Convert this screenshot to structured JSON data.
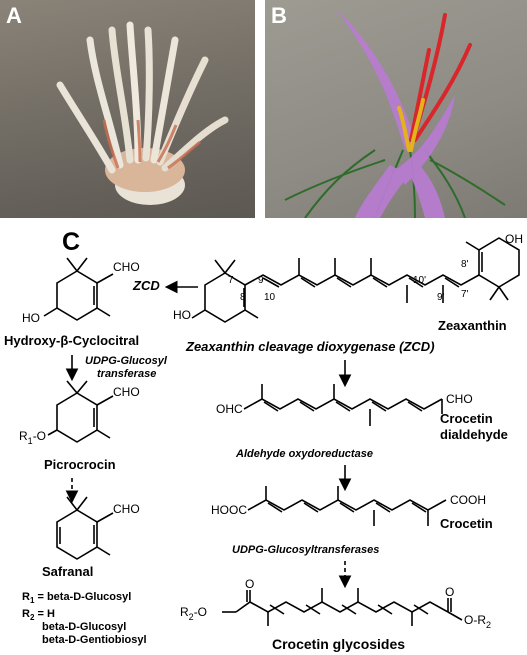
{
  "panels": {
    "a": "A",
    "b": "B",
    "c": "C"
  },
  "labels": {
    "zcd": "ZCD",
    "hydroxy_cyclocitral": "Hydroxy-β-Cyclocitral",
    "udpg_glucosyl_1": "UDPG-Glucosyl",
    "udpg_glucosyl_2": "transferase",
    "picrocrocin": "Picrocrocin",
    "safranal": "Safranal",
    "zeaxanthin": "Zeaxanthin",
    "zcd_enzyme": "Zeaxanthin cleavage dioxygenase (ZCD)",
    "crocetin_dialdehyde_1": "Crocetin",
    "crocetin_dialdehyde_2": "dialdehyde",
    "aldehyde_oxydoreductase": "Aldehyde oxydoreductase",
    "crocetin": "Crocetin",
    "udpg_glucosyltransferases": "UDPG-Glucosyltransferases",
    "crocetin_glycosides": "Crocetin  glycosides"
  },
  "chem": {
    "cho": "CHO",
    "ho": "HO",
    "oh": "OH",
    "ohc": "OHC",
    "hooc": "HOOC",
    "cooh": "COOH",
    "r1o": "R1-O",
    "r1_r": "R",
    "r1_sub": "1",
    "r1_dash": "-O",
    "r2_r": "R",
    "r2_sub": "2",
    "r2_o": "-O",
    "o": "O",
    "o_r2": "O-R",
    "o_r2_sub": "2"
  },
  "positions": {
    "p7": "7",
    "p8": "8",
    "p9": "9",
    "p10": "10",
    "p10p": "10'",
    "p9p": "9'",
    "p8p": "8'",
    "p7p": "7'"
  },
  "legend": {
    "r1_def": "R1 = beta-D-Glucosyl",
    "r1_label": "R",
    "r1_sub": "1",
    "r1_eq": " =  beta-D-Glucosyl",
    "r2_label": "R",
    "r2_sub": "2",
    "r2_eq": " =  H",
    "r2_opt1": "beta-D-Glucosyl",
    "r2_opt2": "beta-D-Gentiobiosyl"
  }
}
